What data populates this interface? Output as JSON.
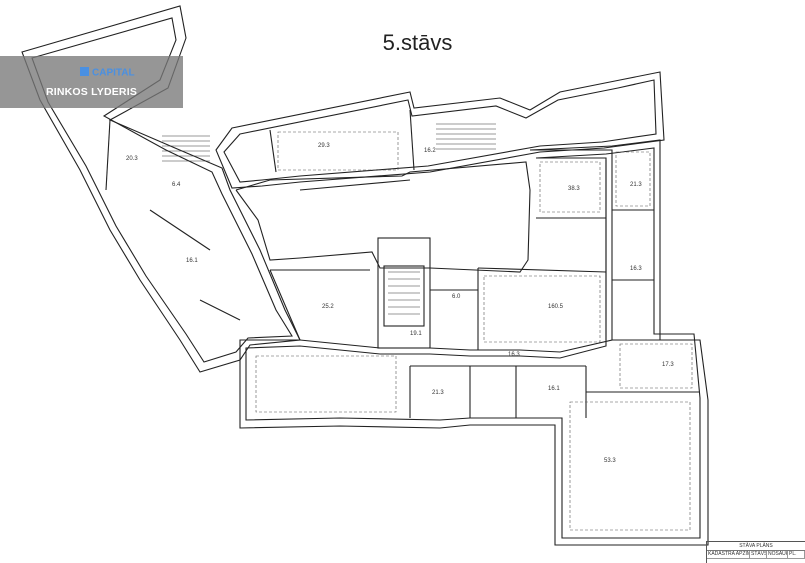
{
  "page_title": "5.stāvs",
  "badge": {
    "brand": "CAPITAL",
    "tagline": "RINKOS LYDERIS",
    "accent_color": "#4a90e2"
  },
  "titleblock": {
    "heading": "STĀVA PLĀNS",
    "columns": [
      "KADASTRA APZĪMĒJUMS",
      "STĀVS",
      "NOSAUK.",
      "PL."
    ]
  },
  "rooms": [
    {
      "id": "r1",
      "area": "20.3"
    },
    {
      "id": "r2",
      "area": "29.3"
    },
    {
      "id": "r3",
      "area": "16.2"
    },
    {
      "id": "r4",
      "area": "6.4"
    },
    {
      "id": "r5",
      "area": "16.1"
    },
    {
      "id": "r6",
      "area": "38.3"
    },
    {
      "id": "r7",
      "area": "21.3"
    },
    {
      "id": "r8",
      "area": "16.3"
    },
    {
      "id": "r9",
      "area": "25.2"
    },
    {
      "id": "r10",
      "area": "19.1"
    },
    {
      "id": "r11",
      "area": "6.0"
    },
    {
      "id": "r12",
      "area": "16.3"
    },
    {
      "id": "r13",
      "area": "21.3"
    },
    {
      "id": "r14",
      "area": "160.5"
    },
    {
      "id": "r15",
      "area": "16.1"
    },
    {
      "id": "r16",
      "area": "53.3"
    },
    {
      "id": "r17",
      "area": "17.3"
    }
  ]
}
